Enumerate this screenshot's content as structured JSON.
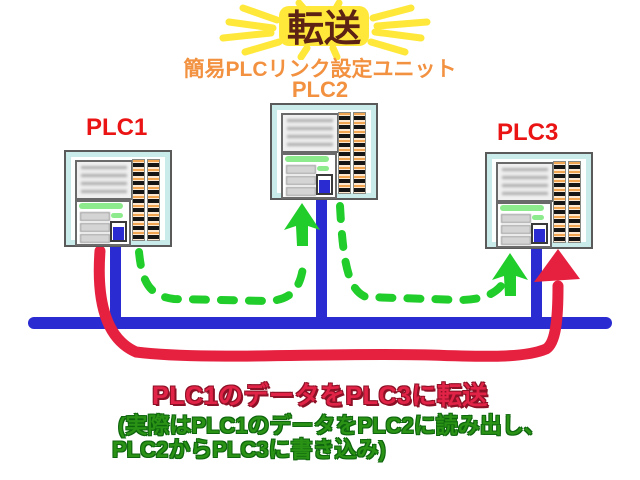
{
  "header": {
    "burst_title": "転送",
    "caption": "簡易PLCリンク設定ユニット"
  },
  "devices": {
    "plc1": {
      "label": "PLC1"
    },
    "plc2": {
      "label": "PLC2"
    },
    "plc3": {
      "label": "PLC3"
    }
  },
  "notes": {
    "transfer_note": "PLC1のデータをPLC3に転送",
    "detail_note_line1": "(実際はPLC1のデータをPLC2に読み出し、",
    "detail_note_line2": "PLC2からPLC3に書き込み)"
  },
  "colors": {
    "canvas": "#ffffff",
    "bus_blue": "#2b2bd2",
    "transfer_red": "#e6203f",
    "flow_green": "#20cd2b",
    "caption_orange": "#f29140",
    "plc_label_red": "#ea1414",
    "burst_yellow": "#ffe83a",
    "burst_text_brown": "#5c2214",
    "note_green": "#2a9215",
    "device_cyan": "#c9ecea",
    "terminal_orange": "#f2a550"
  }
}
